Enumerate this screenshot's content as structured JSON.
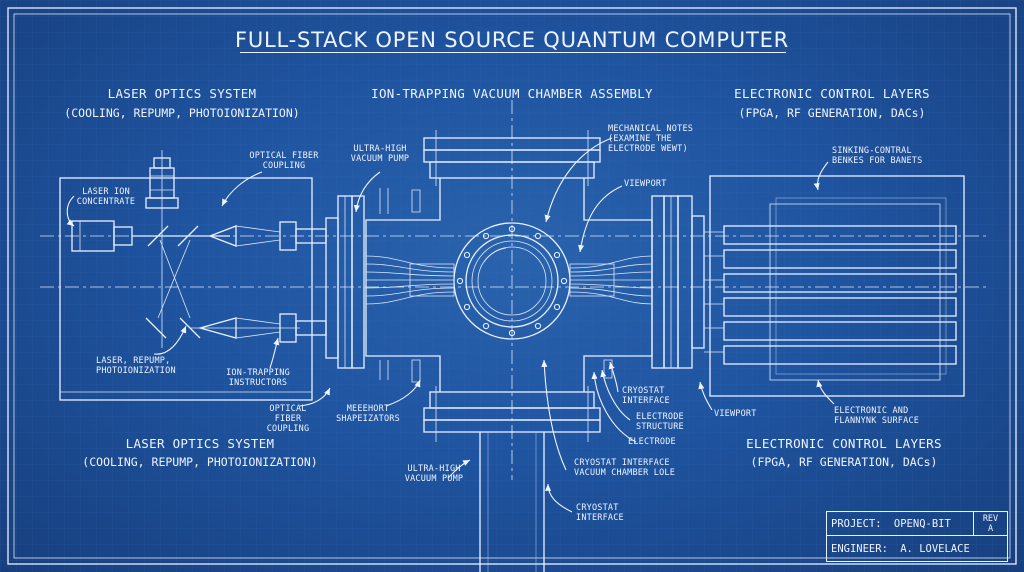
{
  "title": "FULL-STACK OPEN SOURCE QUANTUM COMPUTER",
  "sections": {
    "laser_top": {
      "heading": "LASER OPTICS SYSTEM",
      "sub": "(COOLING, REPUMP, PHOTOIONIZATION)"
    },
    "chamber_top": {
      "heading": "ION-TRAPPING VACUUM CHAMBER ASSEMBLY"
    },
    "electronic_top": {
      "heading": "ELECTRONIC CONTROL LAYERS",
      "sub": "(FPGA, RF GENERATION, DACs)"
    },
    "laser_bottom": {
      "heading": "LASER OPTICS SYSTEM",
      "sub": "(COOLING, REPUMP, PHOTOIONIZATION)"
    },
    "electronic_bottom": {
      "heading": "ELECTRONIC CONTROL LAYERS",
      "sub": "(FPGA, RF GENERATION, DACs)"
    }
  },
  "labels": {
    "laser_ion_concentrate": [
      "LASER ION",
      "CONCENTRATE"
    ],
    "optical_fiber_coupling_top": [
      "OPTICAL FIBER",
      "COUPLING"
    ],
    "ultra_high_vacuum_pump_top": [
      "ULTRA-HIGH",
      "VACUUM PUMP"
    ],
    "mechanical_notes": [
      "MECHANICAL NOTES",
      "(EXAMINE THE",
      "ELECTRODE WEWT)"
    ],
    "viewport_top": "VIEWPORT",
    "sinking_control": [
      "SINKING-CONTRAL",
      "BENKES FOR BANETS"
    ],
    "laser_repump": [
      "LASER, REPUMP,",
      "PHOTOIONIZATION"
    ],
    "ion_trapping_instructors": [
      "ION-TRAPPING",
      "INSTRUCTORS"
    ],
    "optical_fiber_coupling_bottom": [
      "OPTICAL",
      "FIBER",
      "COUPLING"
    ],
    "meeehort_shaperizators": [
      "MEEEHORT",
      "SHAPEIZATORS"
    ],
    "cryostat_interface_right": [
      "CRYOSTAT",
      "INTERFACE"
    ],
    "electrode_structure": [
      "ELECTRODE",
      "STRUCTURE"
    ],
    "electrode": "ELECTRODE",
    "viewport_bottom": "VIEWPORT",
    "electronic_flannynk": [
      "ELECTRONIC AND",
      "FLANNYNK SURFACE"
    ],
    "ultra_high_vacuum_pump_bottom": [
      "ULTRA-HIGH",
      "VACUUM PUMP"
    ],
    "cryostat_vacuum_lole": [
      "CRYOSTAT INTERFACE",
      "VACUUM CHAMBER LOLE"
    ],
    "cryostat_interface_bottom": [
      "CRYOSTAT",
      "INTERFACE"
    ]
  },
  "title_block": {
    "project_label": "PROJECT:",
    "project_value": "OPENQ-BIT",
    "rev_label": "REV",
    "rev_value": "A",
    "engineer_label": "ENGINEER:",
    "engineer_value": "A. LOVELACE"
  },
  "colors": {
    "background": "#1f54a0",
    "line": "#e9f1ff"
  }
}
